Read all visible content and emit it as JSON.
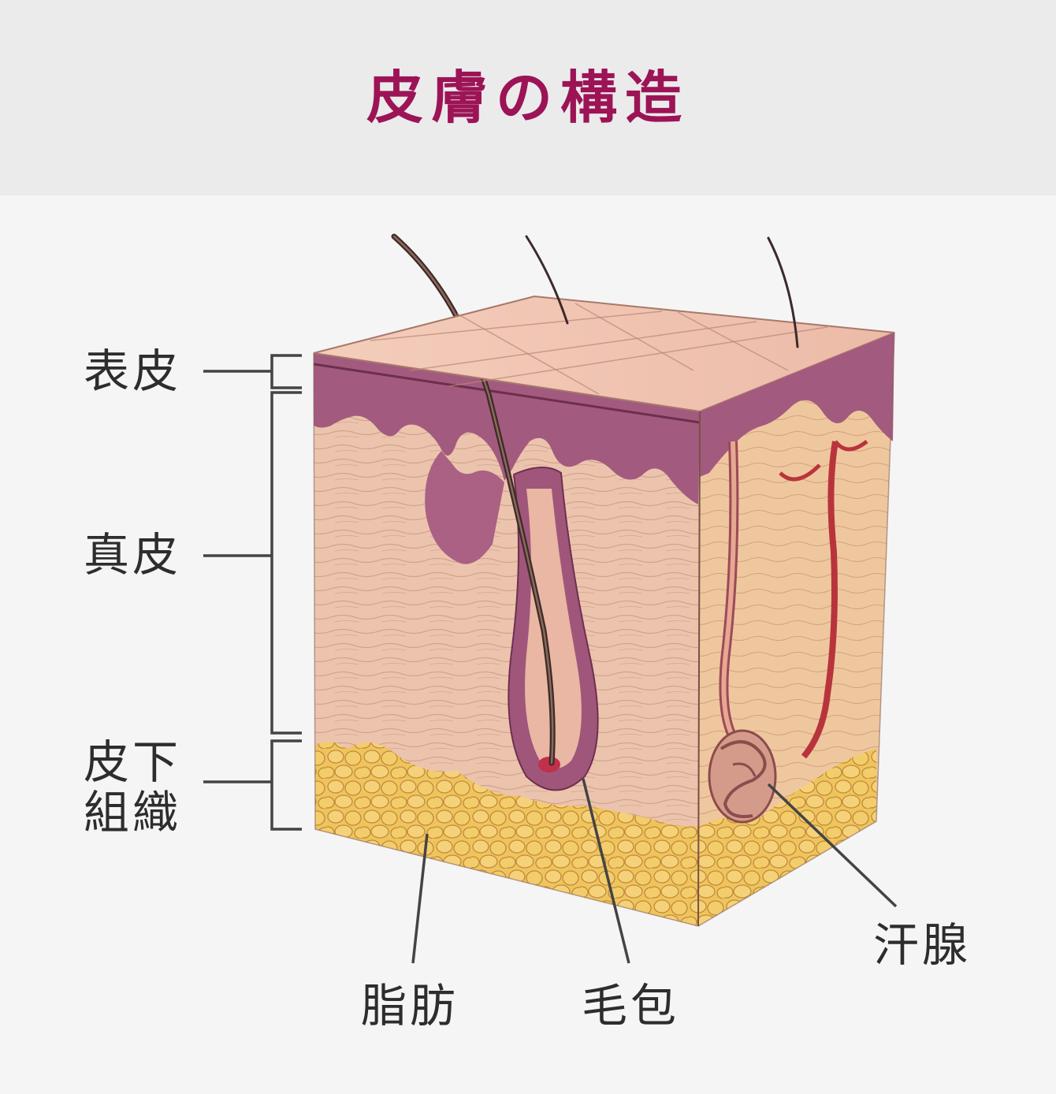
{
  "title": "皮膚の構造",
  "colors": {
    "title": "#9c1456",
    "header_bg": "#ebebeb",
    "page_bg": "#f5f5f5",
    "label": "#2d2d2d",
    "epidermis": "#a0567a",
    "dermis": "#ecc2aa",
    "fat": "#eec45a",
    "skin_top": "#f0c6b4"
  },
  "labels": {
    "epidermis": "表皮",
    "dermis": "真皮",
    "subcutaneous": "皮下\n組織",
    "fat": "脂肪",
    "hair_follicle": "毛包",
    "sweat_gland": "汗腺"
  }
}
